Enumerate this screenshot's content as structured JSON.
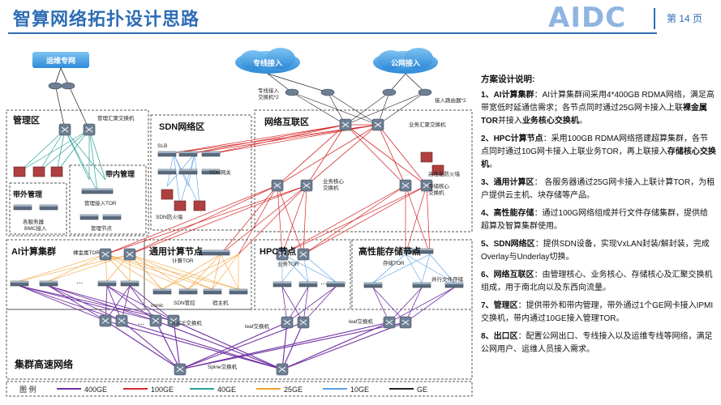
{
  "header": {
    "title": "智算网络拓扑设计思路",
    "logo": "AIDC",
    "page": "第 14 页"
  },
  "diagram": {
    "clouds": {
      "ops_line": "运维专网",
      "dedicated": "专线接入",
      "public": "公网接入"
    },
    "labels": {
      "dedicated_switch": "专线接入\n交换机*2",
      "access_router": "接入路由器*2",
      "mgmt_agg": "管理汇聚交换机",
      "biz_agg": "业务汇聚交换机",
      "slb": "SLB",
      "sdn_gw": "SDN网关",
      "sdn_fw": "SDN防火墙",
      "biz_core": "业务核心\n交换机",
      "storage_core": "存储核心\n交换机",
      "hp_fw": "高性能防火墙",
      "inband_tor": "管理接入TOR",
      "mgmt_node": "管理节点",
      "bmc": "各服务器\nBMC接入",
      "bare_tor": "裸金属TOR",
      "compute_tor": "计算TOR",
      "ironic": "ironic",
      "sdn_ctrl": "SDN管控",
      "host": "宿主机",
      "biz_tor": "业务TOR",
      "storage_tor": "存储TOR",
      "parallel_storage": "并行文件存储",
      "roce": "RoCE交换机",
      "leaf1": "leaf交换机",
      "leaf2": "leaf交换机",
      "spine": "Spine交换机",
      "dots": "..."
    },
    "zones": {
      "mgmt": "管理区",
      "sdn": "SDN网络区",
      "interconnect": "网络互联区",
      "outband": "带外管理",
      "inband": "带内管理",
      "ai": "AI计算集群",
      "general": "通用计算节点",
      "hpc": "HPC节点",
      "hps": "高性能存储节点",
      "cluster": "集群高速网络"
    }
  },
  "legend": {
    "title": "图 例",
    "items": [
      {
        "label": "400GE",
        "color": "#7030a0"
      },
      {
        "label": "100GE",
        "color": "#d62728"
      },
      {
        "label": "40GE",
        "color": "#2aa198"
      },
      {
        "label": "25GE",
        "color": "#f0a030"
      },
      {
        "label": "10GE",
        "color": "#5aa0e6"
      },
      {
        "label": "GE",
        "color": "#222222"
      }
    ]
  },
  "notes": {
    "title": "方案设计说明:",
    "items": [
      {
        "num": "1、",
        "head": "AI计算集群",
        "text": "：AI计算集群间采用4*400GB RDMA网络，满足高带宽低时延通信需求；各节点同时通过25G网卡接入上联",
        "bold": "裸金属TOR",
        "text2": "并接入",
        "bold2": "业务核心交换机",
        "text3": "。"
      },
      {
        "num": "2、",
        "head": "HPC计算节点",
        "text": "：采用100GB RDMA网络搭建超算集群，各节点同时通过10G网卡接入上联业务TOR，再上联接入",
        "bold": "存储核心交换机",
        "text2": "。",
        "bold2": "",
        "text3": ""
      },
      {
        "num": "3、",
        "head": "通用计算区",
        "text": "： 各服务器通过25G网卡接入上联计算TOR，为租户提供云主机、块存储等产品。",
        "bold": "",
        "text2": "",
        "bold2": "",
        "text3": ""
      },
      {
        "num": "4、",
        "head": "高性能存储",
        "text": "：通过100G网络组成并行文件存储集群，提供给超算及智算集群使用。",
        "bold": "",
        "text2": "",
        "bold2": "",
        "text3": ""
      },
      {
        "num": "5、",
        "head": "SDN网络区",
        "text": "：提供SDN设备，实现VxLAN封装/解封装，完成Overlay与Underlay切换。",
        "bold": "",
        "text2": "",
        "bold2": "",
        "text3": ""
      },
      {
        "num": "6、",
        "head": "网络互联区",
        "text": "：由管理核心、业务核心、存储核心及汇聚交换机组成，用于南北向以及东西向流量。",
        "bold": "",
        "text2": "",
        "bold2": "",
        "text3": ""
      },
      {
        "num": "7、",
        "head": "管理区",
        "text": "：提供带外和带内管理，带外通过1个GE网卡接入IPMI交换机，带内通过10GE接入管理TOR。",
        "bold": "",
        "text2": "",
        "bold2": "",
        "text3": ""
      },
      {
        "num": "8、",
        "head": "出口区",
        "text": "：配置公网出口、专线接入以及运维专线等网络，满足公网用户、运维人员接入需求。",
        "bold": "",
        "text2": "",
        "bold2": "",
        "text3": ""
      }
    ]
  }
}
